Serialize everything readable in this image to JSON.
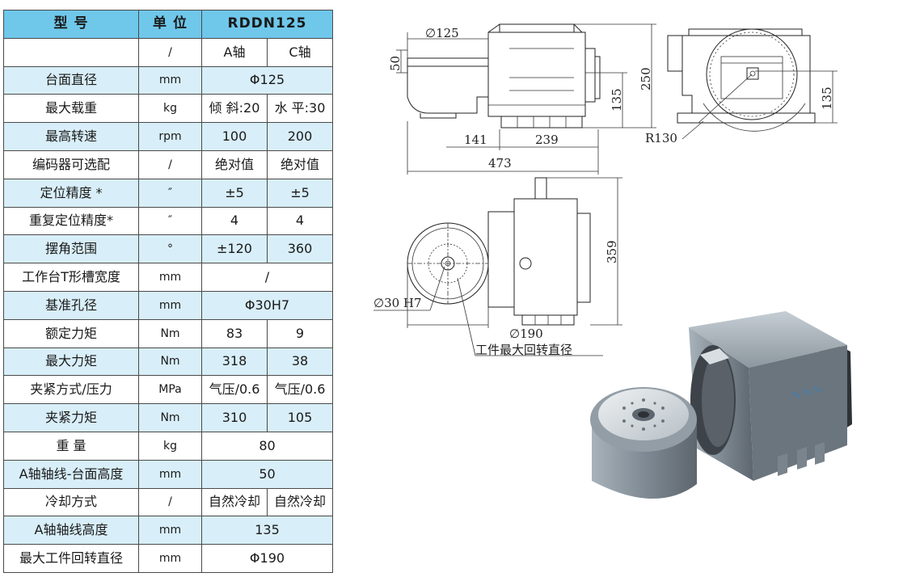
{
  "table": {
    "header": [
      "型 号",
      "单 位",
      "RDDN125"
    ],
    "rows": [
      {
        "label": "",
        "unit": "/",
        "a": "A轴",
        "c": "C轴"
      },
      {
        "label": "台面直径",
        "unit": "mm",
        "merged": "Φ125"
      },
      {
        "label": "最大载重",
        "unit": "kg",
        "a": "倾 斜:20",
        "c": "水 平:30"
      },
      {
        "label": "最高转速",
        "unit": "rpm",
        "a": "100",
        "c": "200"
      },
      {
        "label": "编码器可选配",
        "unit": "/",
        "a": "绝对值",
        "c": "绝对值"
      },
      {
        "label": "定位精度 *",
        "unit": "″",
        "a": "±5",
        "c": "±5"
      },
      {
        "label": "重复定位精度*",
        "unit": "″",
        "a": "4",
        "c": "4"
      },
      {
        "label": "摆角范围",
        "unit": "°",
        "a": "±120",
        "c": "360"
      },
      {
        "label": "工作台T形槽宽度",
        "unit": "mm",
        "merged": "/"
      },
      {
        "label": "基准孔径",
        "unit": "mm",
        "merged": "Φ30H7"
      },
      {
        "label": "额定力矩",
        "unit": "Nm",
        "a": "83",
        "c": "9"
      },
      {
        "label": "最大力矩",
        "unit": "Nm",
        "a": "318",
        "c": "38"
      },
      {
        "label": "夹紧方式/压力",
        "unit": "MPa",
        "a": "气压/0.6",
        "c": "气压/0.6"
      },
      {
        "label": "夹紧力矩",
        "unit": "Nm",
        "a": "310",
        "c": "105"
      },
      {
        "label": "重 量",
        "unit": "kg",
        "merged": "80"
      },
      {
        "label": "A轴轴线-台面高度",
        "unit": "mm",
        "merged": "50"
      },
      {
        "label": "冷却方式",
        "unit": "/",
        "a": "自然冷却",
        "c": "自然冷却"
      },
      {
        "label": "A轴轴线高度",
        "unit": "mm",
        "merged": "135"
      },
      {
        "label": "最大工件回转直径",
        "unit": "mm",
        "merged": "Φ190"
      }
    ]
  },
  "drawing": {
    "d125": "∅125",
    "h50": "50",
    "h135": "135",
    "h250": "250",
    "w141": "141",
    "w239": "239",
    "w473": "473",
    "r130": "R130",
    "h135_side": "135",
    "h359": "359",
    "d30": "∅30 H7",
    "d190": "∅190",
    "note": "工件最大回转直径"
  },
  "colors": {
    "header_bg": "#6fc7ea",
    "shade_bg": "#d8eef8",
    "body_metal": "#7f8a94",
    "motor_dark": "#2e3236"
  }
}
